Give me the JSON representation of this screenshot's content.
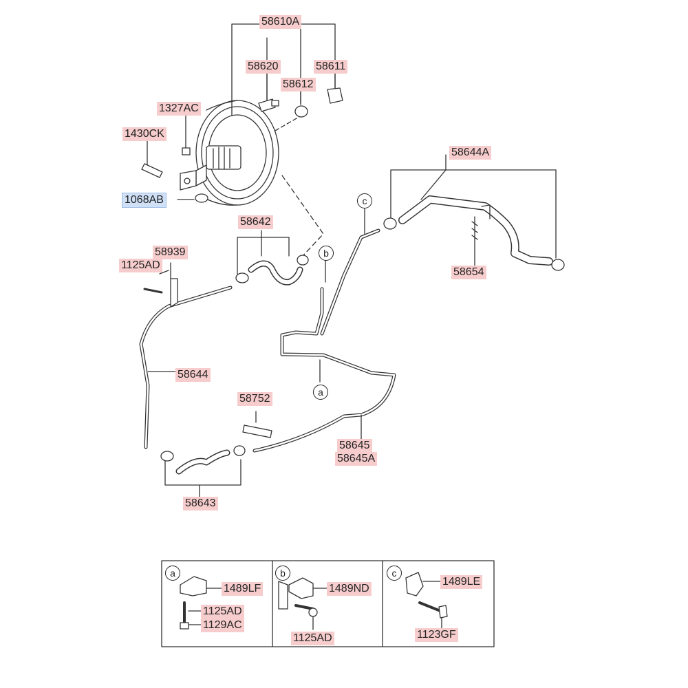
{
  "colors": {
    "part_label_bg": "#f6cccc",
    "selected_label_bg": "#cfe0f7",
    "line": "#333333"
  },
  "selected_part": "1068AB",
  "labels": {
    "booster_assy": "58610A",
    "valve_58620": "58620",
    "grommet_58612": "58612",
    "valve_58611": "58611",
    "nut_1327AC": "1327AC",
    "pin_1430CK": "1430CK",
    "washer_1068AB": "1068AB",
    "hose_58644A": "58644A",
    "clip_58654": "58654",
    "hose_58642": "58642",
    "bracket_58939": "58939",
    "bolt_1125AD": "1125AD",
    "hose_58644": "58644",
    "clip_58752": "58752",
    "pipe_58645": "58645",
    "pipe_58645A": "58645A",
    "hose_58643": "58643"
  },
  "callouts": {
    "a": "a",
    "b": "b",
    "c": "c"
  },
  "inset": {
    "a": {
      "marker": "a",
      "clamp": "1489LF",
      "bolt1": "1125AD",
      "bolt2": "1129AC"
    },
    "b": {
      "marker": "b",
      "clamp": "1489ND",
      "bolt": "1125AD"
    },
    "c": {
      "marker": "c",
      "clamp": "1489LE",
      "bolt": "1123GF"
    }
  }
}
